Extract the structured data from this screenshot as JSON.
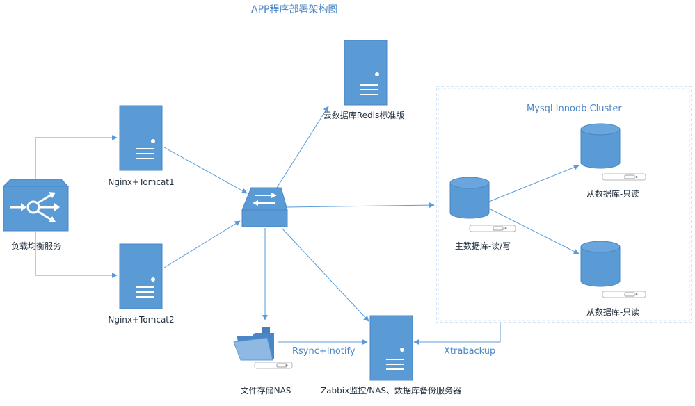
{
  "title": "APP程序部署架构图",
  "cluster": {
    "label": "Mysql Innodb Cluster"
  },
  "nodes": {
    "load_balancer": "负载均衡服务",
    "nginx1": "Nginx+Tomcat1",
    "nginx2": "Nginx+Tomcat2",
    "redis": "云数据库Redis标准版",
    "master_db": "主数据库-读/写",
    "slave_db1": "从数据库-只读",
    "slave_db2": "从数据库-只读",
    "nas": "文件存储NAS",
    "backup_server": "Zabbix监控/NAS、数据库备份服务器"
  },
  "edges": {
    "rsync": "Rsync+Inotify",
    "xtrabackup": "Xtrabackup"
  },
  "colors": {
    "device_fill": "#5b9bd5",
    "device_stroke": "#4a86c5",
    "line": "#5b9bd5",
    "cluster_border": "#a9c8ea",
    "label_blue": "#4a86c5",
    "label_dark": "#1f2d3d"
  }
}
